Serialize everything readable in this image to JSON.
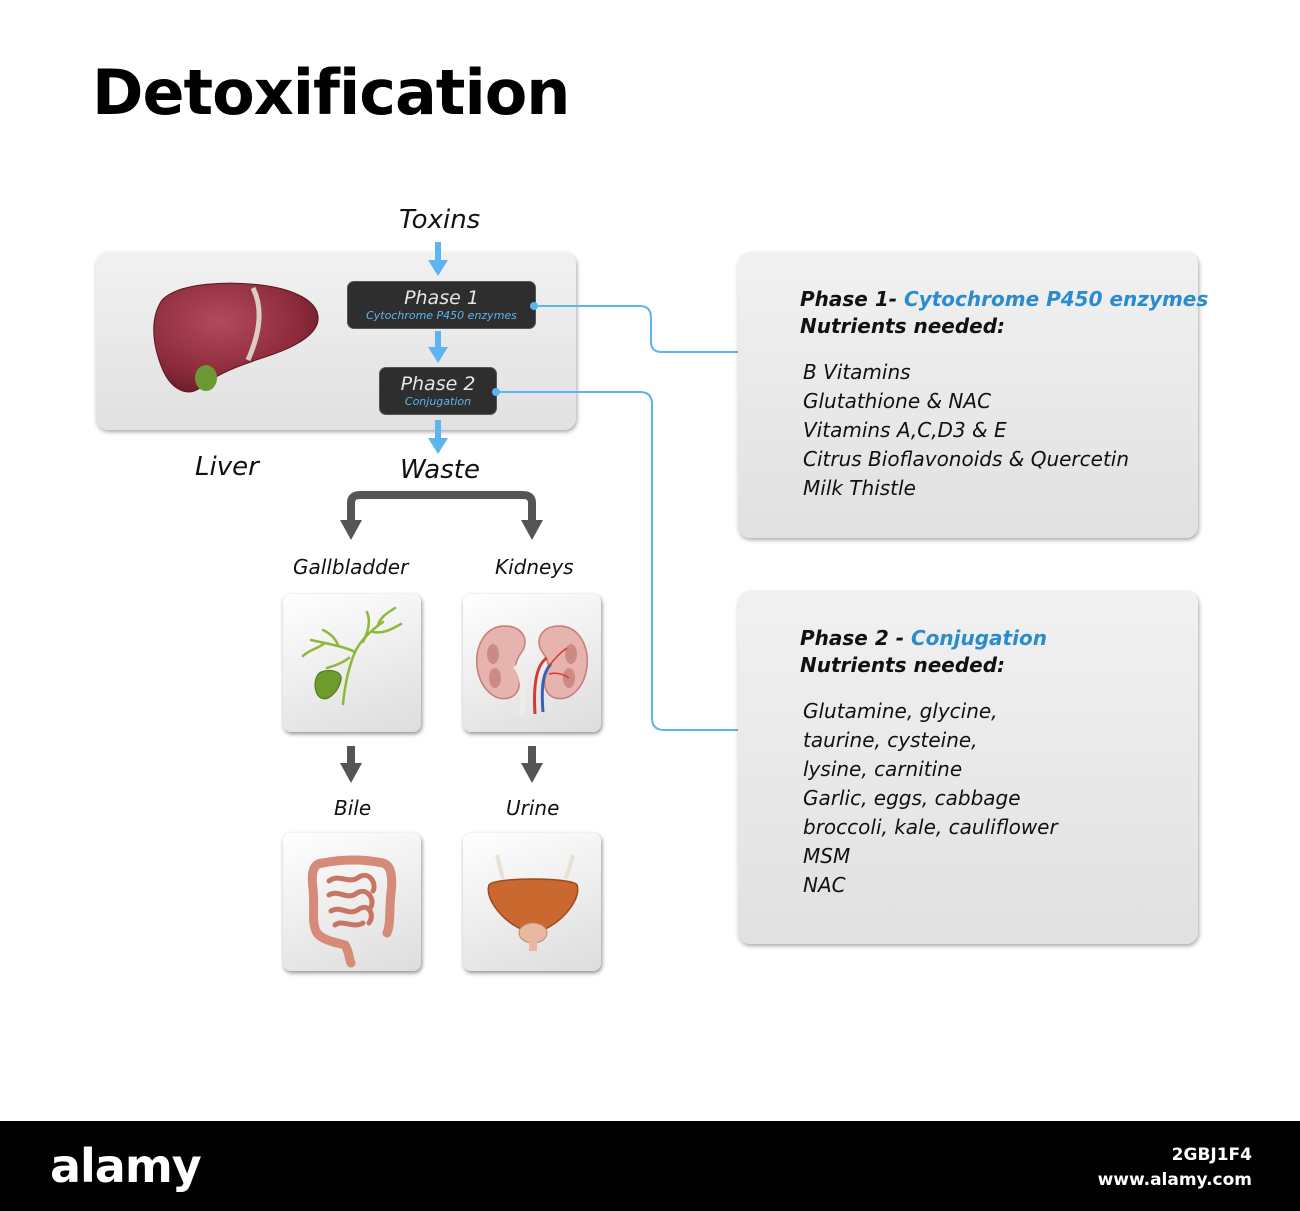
{
  "title": "Detoxification",
  "flow": {
    "toxins_label": "Toxins",
    "liver_label": "Liver",
    "phase1": {
      "name": "Phase 1",
      "sub": "Cytochrome P450 enzymes"
    },
    "phase2": {
      "name": "Phase 2",
      "sub": "Conjugation"
    },
    "waste_label": "Waste",
    "gallbladder_label": "Gallbladder",
    "kidneys_label": "Kidneys",
    "bile_label": "Bile",
    "urine_label": "Urine"
  },
  "info_phase1": {
    "heading_prefix": "Phase 1- ",
    "heading_accent": "Cytochrome P450 enzymes",
    "subheading": "Nutrients needed:",
    "items": [
      "B Vitamins",
      "Glutathione & NAC",
      "Vitamins A,C,D3 & E",
      "Citrus Bioflavonoids & Quercetin",
      "Milk Thistle"
    ]
  },
  "info_phase2": {
    "heading_prefix": "Phase 2 - ",
    "heading_accent": "Conjugation",
    "subheading": "Nutrients needed:",
    "items": [
      "Glutamine, glycine,",
      "taurine, cysteine,",
      "lysine, carnitine",
      "Garlic, eggs, cabbage",
      "broccoli, kale, cauliflower",
      "MSM",
      "NAC"
    ]
  },
  "footer": {
    "logo": "alamy",
    "image_id": "2GBJ1F4",
    "site": "www.alamy.com"
  },
  "colors": {
    "accent_blue": "#2a8ccf",
    "arrow_blue": "#5cb4f0",
    "arrow_gray": "#555555",
    "phase_box": "#2e2e2e"
  }
}
